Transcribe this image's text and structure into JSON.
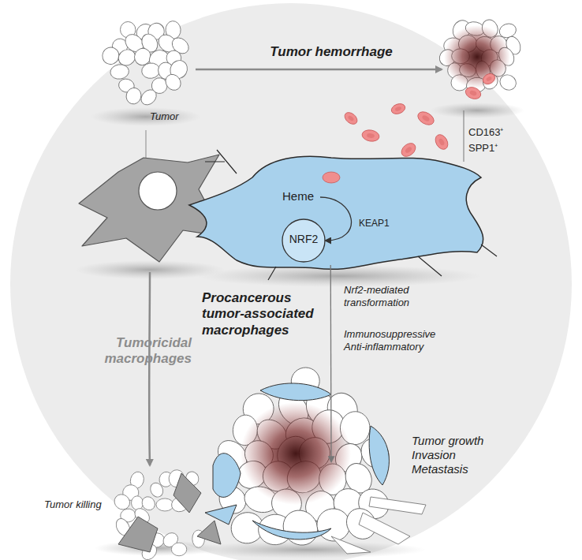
{
  "diagram": {
    "nodes": [
      {
        "text": [
          "Tumor"
        ]
      },
      {
        "text": [
          "CD163⁺",
          "SPP1⁺"
        ]
      },
      {
        "text": [
          "Heme"
        ],
        "in": 1
      },
      {
        "text": [
          "NRF2"
        ],
        "in": 1
      },
      {
        "text": [
          "Tumor killing"
        ]
      },
      {
        "text": [
          "Tumor growth Invasion Metastasis"
        ]
      }
    ],
    "edges": [
      {
        "from": 2,
        "to": 3,
        "label": "KEAP1",
        "arrow": "to"
      },
      {
        "from": 1,
        "to": 5,
        "label": "Nrf2-mediated transformation",
        "arrow": "to"
      }
    ],
    "labels": [
      "Tumor hemorrhage",
      "Tumoricidal macrophages",
      "Procancerous tumor-associated macrophages",
      "Immunosuppressive Anti-inflammatory"
    ]
  }
}
